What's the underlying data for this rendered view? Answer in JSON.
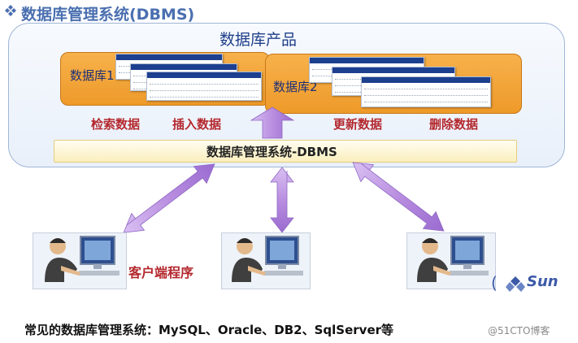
{
  "header": {
    "title": "数据库管理系统(DBMS)",
    "bullet_icon": "diamond-cluster-icon"
  },
  "product_area": {
    "label": "数据库产品"
  },
  "databases": [
    {
      "label": "数据库1"
    },
    {
      "label": "数据库2"
    }
  ],
  "operations": [
    {
      "label": "检索数据"
    },
    {
      "label": "插入数据"
    },
    {
      "label": "更新数据"
    },
    {
      "label": "删除数据"
    }
  ],
  "dbms": {
    "label": "数据库管理系统-DBMS"
  },
  "clients": {
    "label": "客户端程序",
    "count": 3
  },
  "vendor": {
    "logo_text": "Sun",
    "glyph": "("
  },
  "footer": {
    "text": "常见的数据库管理系统：MySQL、Oracle、DB2、SqlServer等"
  },
  "watermark": {
    "text": "@51CTO博客"
  },
  "colors": {
    "title": "#4a6fb0",
    "arrow": "#b98ee0",
    "db_fill": "#f2a53a",
    "op_text": "#b4282e"
  }
}
